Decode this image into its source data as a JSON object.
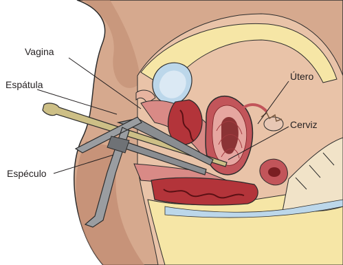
{
  "labels": {
    "vagina": "Vagina",
    "espatula": "Espátula",
    "especulo": "Espéculo",
    "utero": "Útero",
    "cerviz": "Cerviz"
  },
  "colors": {
    "skin_outer": "#d6a98e",
    "skin_shadow": "#c08a70",
    "fat_yellow": "#f6e6a6",
    "bladder_blue": "#bcd7ea",
    "uterus_red": "#c2555a",
    "uterus_dark": "#7a1e22",
    "uterus_light": "#e6a6a0",
    "speculum_gray": "#8a8d91",
    "spatula_tan": "#cdbf86",
    "outline": "#2b2b2b"
  }
}
